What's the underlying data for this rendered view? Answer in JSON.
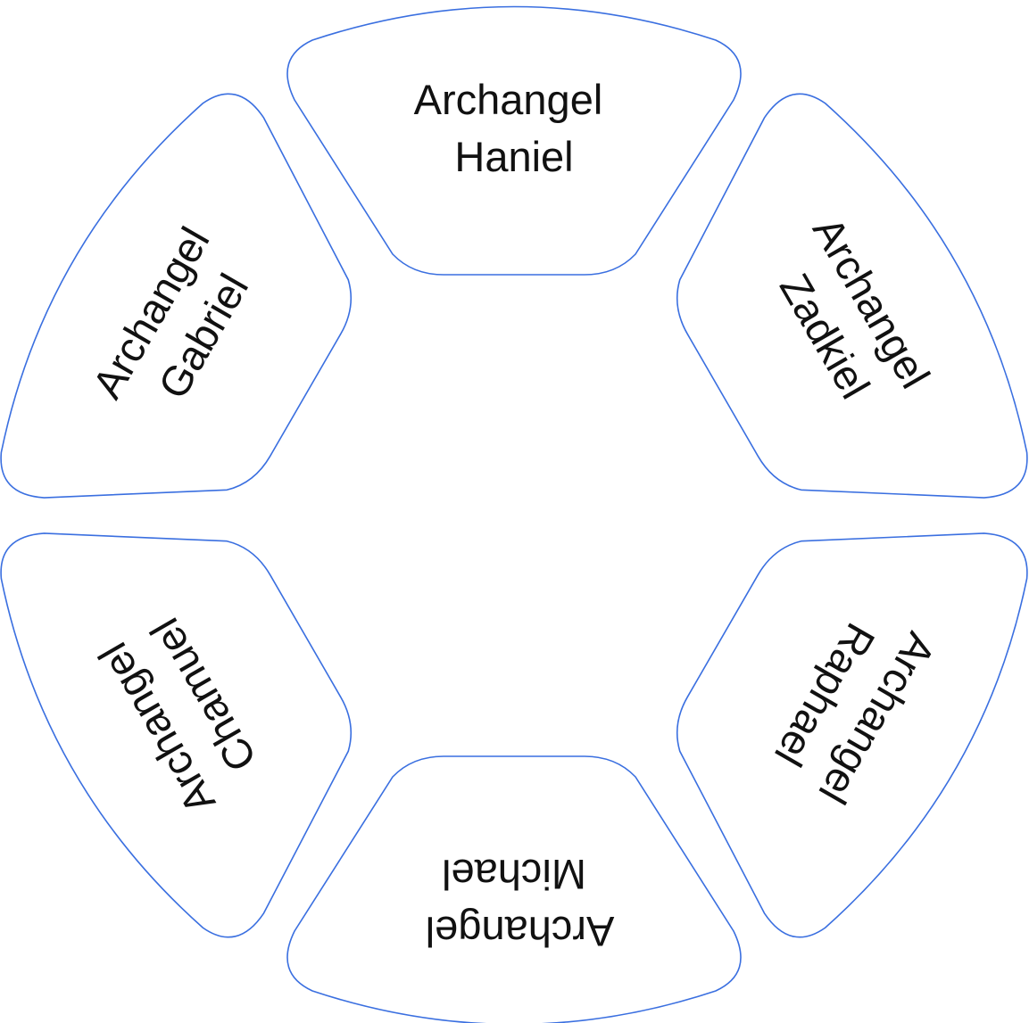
{
  "colors": {
    "segment_outline": "#3a6fe0",
    "text": "#111111",
    "background": "#ffffff"
  },
  "segments": [
    {
      "lines": [
        "Archangel",
        "Haniel"
      ]
    },
    {
      "lines": [
        "Archangel",
        "Zadkiel"
      ]
    },
    {
      "lines": [
        "Archangel",
        "Raphael"
      ]
    },
    {
      "lines": [
        "Archangel",
        "Michael"
      ]
    },
    {
      "lines": [
        "Archangel",
        "Chamuel"
      ]
    },
    {
      "lines": [
        "Archangel",
        "Gabriel"
      ]
    }
  ]
}
